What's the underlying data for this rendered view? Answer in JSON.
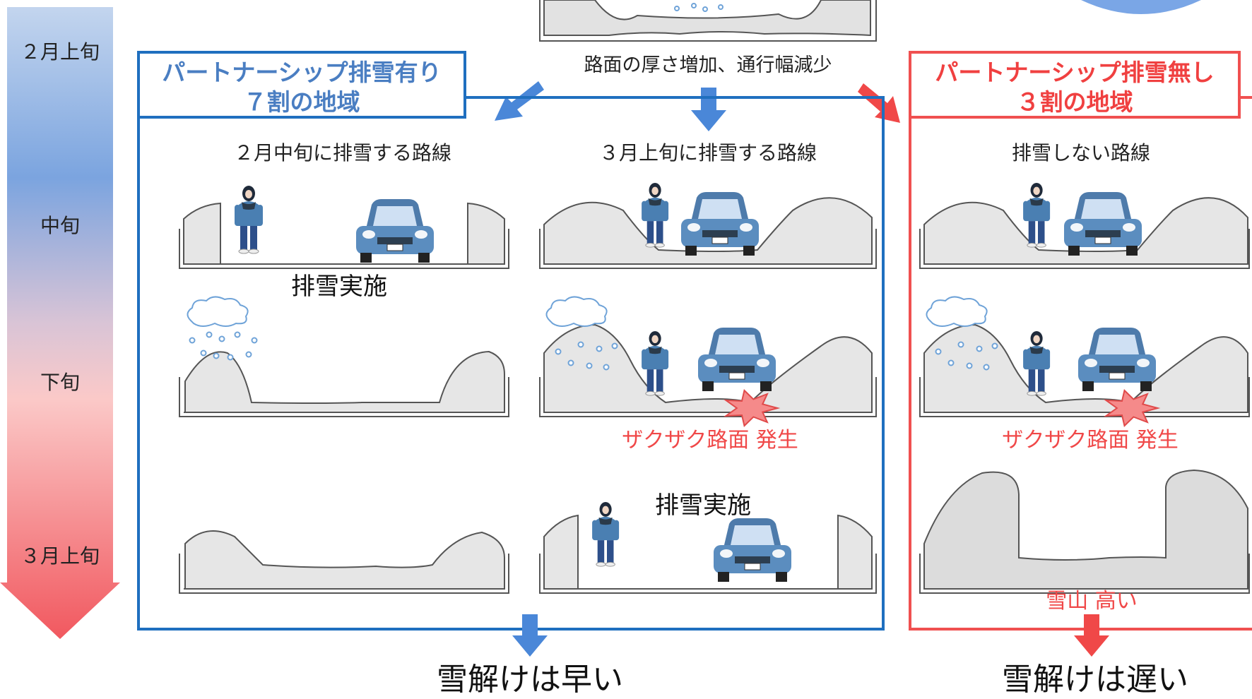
{
  "timeline": {
    "labels": [
      "２月上旬",
      "中旬",
      "下旬",
      "３月上旬"
    ],
    "colors": [
      "#b7ccec",
      "#7aa3df",
      "#f7c2c4",
      "#f25c63"
    ]
  },
  "top": {
    "caption": "路面の厚さ増加、通行幅減少"
  },
  "partnership_yes": {
    "title_line1": "パートナーシップ排雪有り",
    "title_line2": "７割の地域",
    "col1_header": "２月中旬に排雪する路線",
    "col2_header": "３月上旬に排雪する路線",
    "note_removal_1": "排雪実施",
    "note_rough": "ザクザク路面 発生",
    "note_removal_2": "排雪実施",
    "result": "雪解けは早い",
    "color": "#1f6fbf"
  },
  "partnership_no": {
    "title_line1": "パートナーシップ排雪無し",
    "title_line2": "３割の地域",
    "col_header": "排雪しない路線",
    "note_rough": "ザクザク路面 発生",
    "note_mountain": "雪山 高い",
    "result": "雪解けは遅い",
    "color": "#f05050"
  }
}
